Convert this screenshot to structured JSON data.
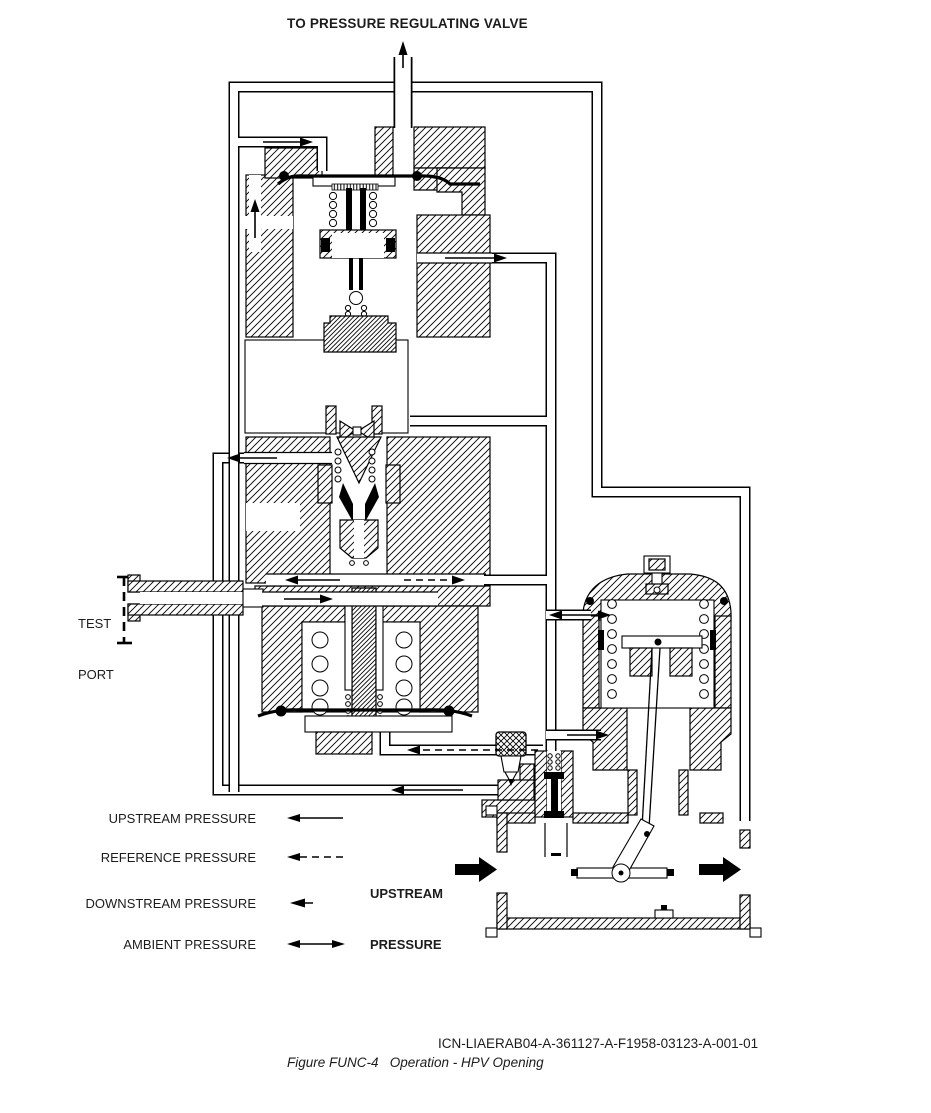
{
  "diagram": {
    "top_label": "TO PRESSURE REGULATING VALVE",
    "test_port": {
      "line1": "TEST",
      "line2": "PORT"
    },
    "upstream_inlet": {
      "line1": "UPSTREAM",
      "line2": "PRESSURE"
    }
  },
  "legend": {
    "items": [
      {
        "label": "UPSTREAM PRESSURE",
        "symbol": "solid-arrow-left"
      },
      {
        "label": "REFERENCE PRESSURE",
        "symbol": "dashed-arrow-left"
      },
      {
        "label": "DOWNSTREAM PRESSURE",
        "symbol": "arrowhead-left"
      },
      {
        "label": "AMBIENT PRESSURE",
        "symbol": "double-headed-arrow"
      }
    ]
  },
  "footer": {
    "icn": "ICN-LIAERAB04-A-361127-A-F1958-03123-A-001-01",
    "caption": "Figure FUNC-4   Operation - HPV Opening"
  },
  "colors": {
    "ink": "#000000",
    "background": "#ffffff"
  }
}
